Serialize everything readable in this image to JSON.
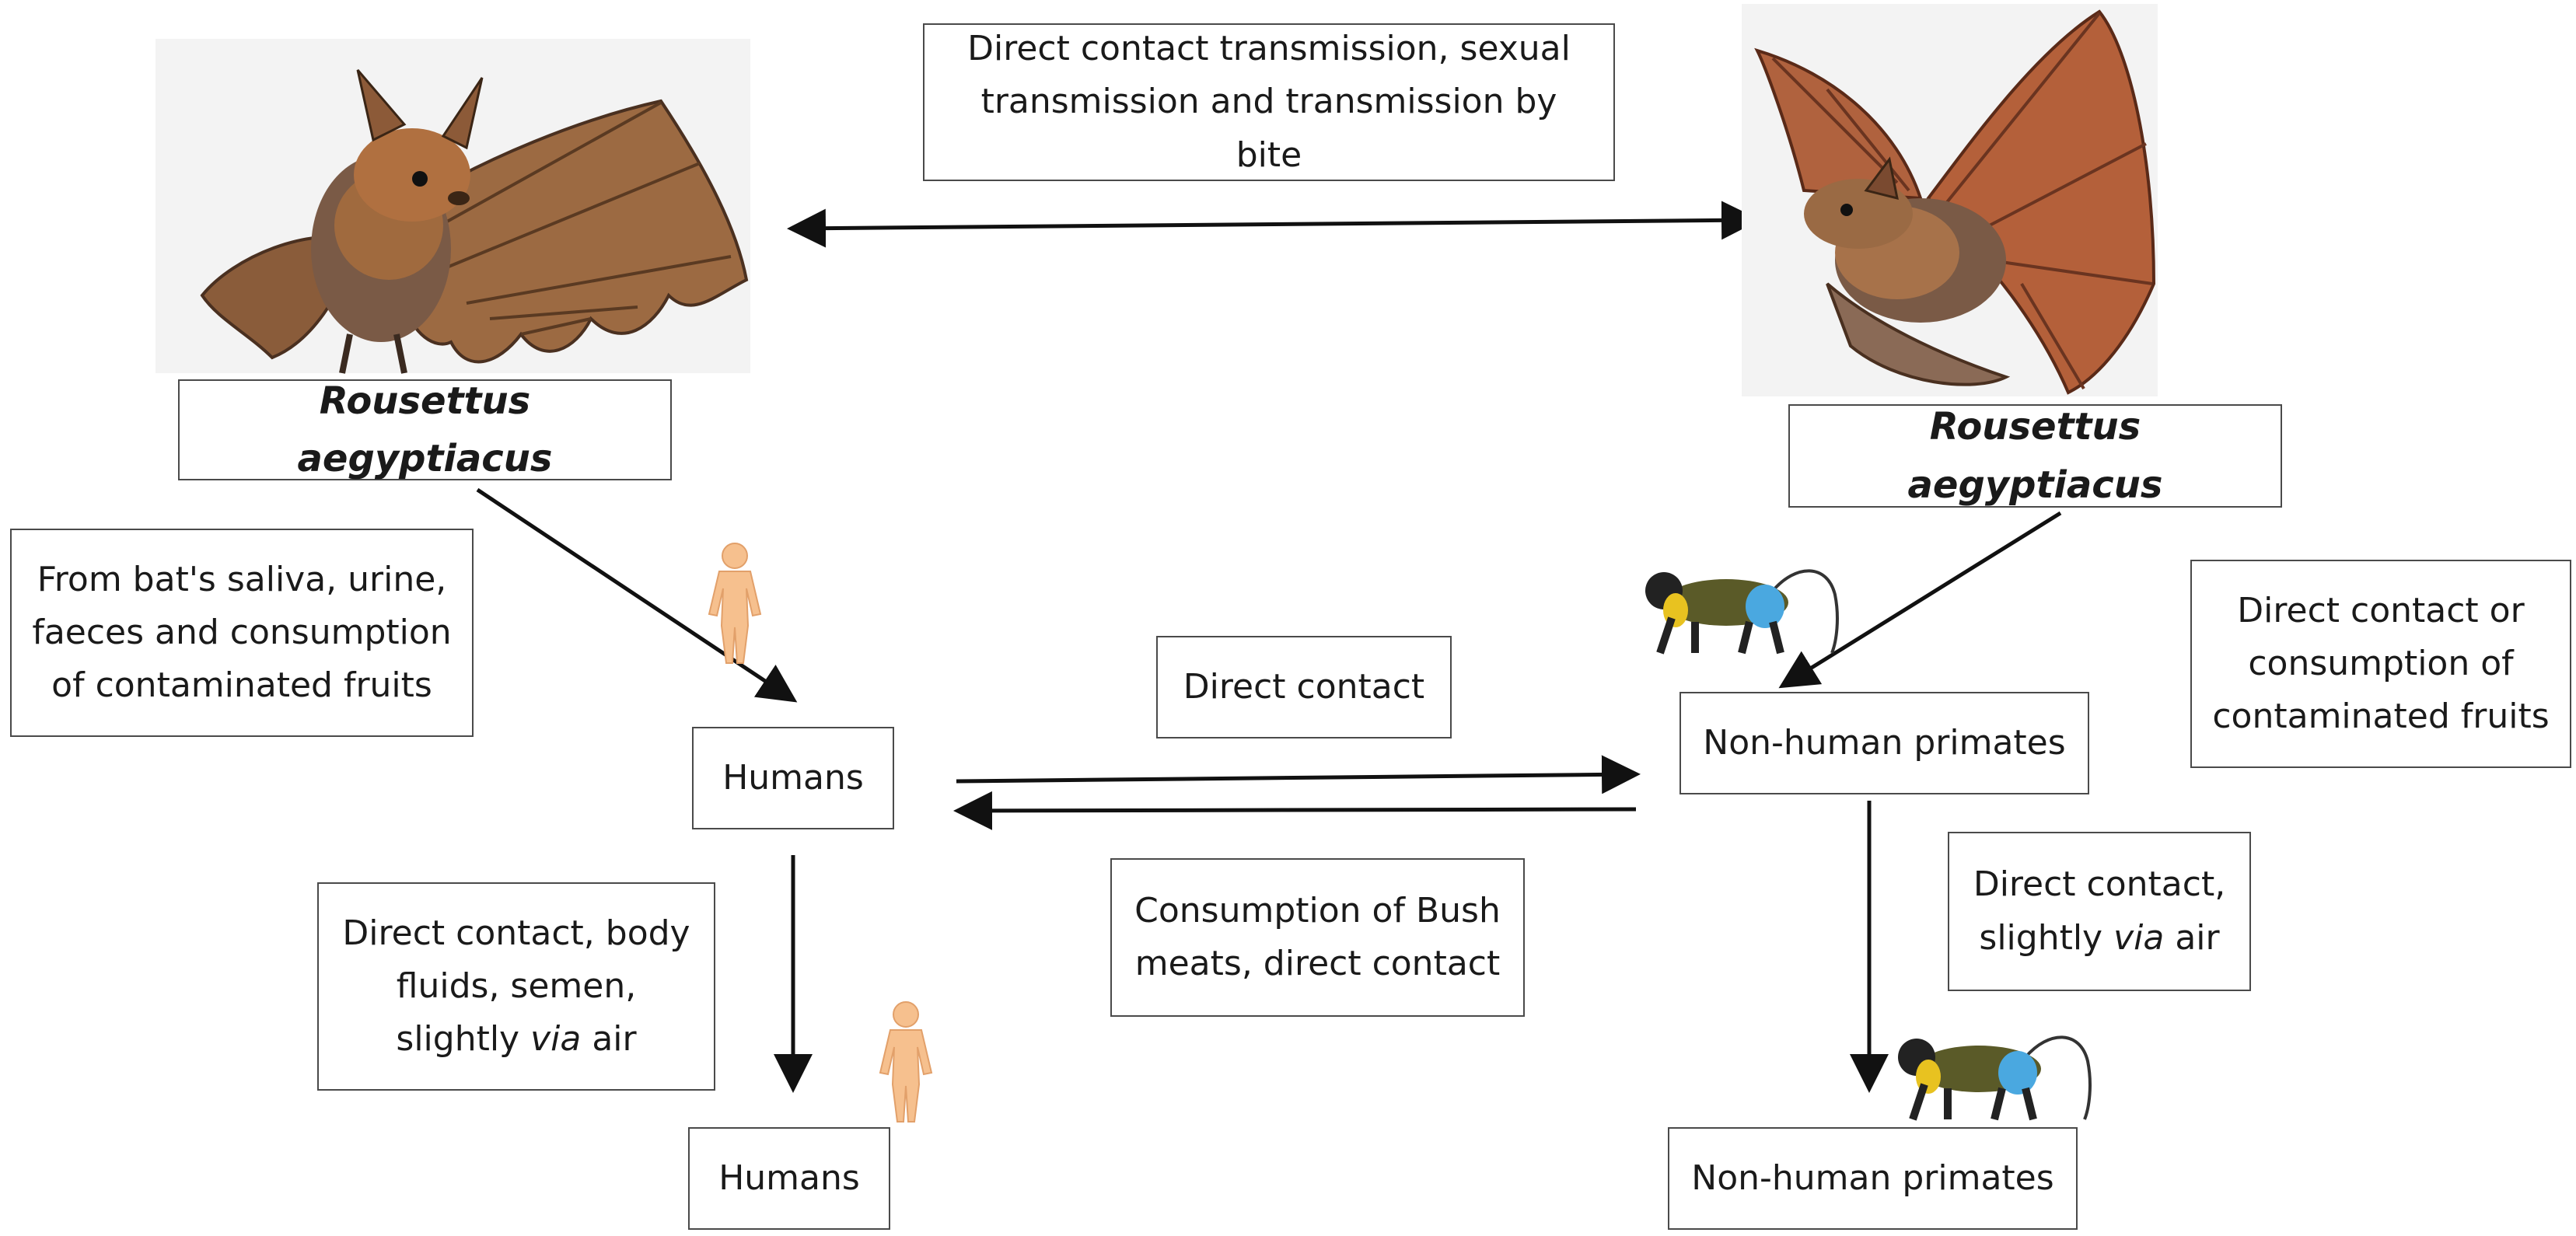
{
  "nodes": {
    "bat_left_label": "Rousettus aegyptiacus",
    "bat_right_label": "Rousettus aegyptiacus",
    "humans_top": "Humans",
    "humans_bottom": "Humans",
    "primates_top": "Non-human primates",
    "primates_bottom": "Non-human primates"
  },
  "edges": {
    "bat_to_bat": {
      "line1": "Direct contact transmission, sexual",
      "line2": "transmission and transmission by bite"
    },
    "bat_to_humans": {
      "line1": "From bat's saliva, urine,",
      "line2": "faeces and consumption",
      "line3": "of contaminated fruits"
    },
    "humans_to_primates": "Direct contact",
    "primates_to_humans": {
      "line1": "Consumption of Bush",
      "line2": "meats, direct contact"
    },
    "bat_to_primates": {
      "line1": "Direct contact or",
      "line2": "consumption of",
      "line3": "contaminated fruits"
    },
    "humans_to_humans": {
      "line1": "Direct contact, body",
      "line2": "fluids, semen,",
      "line3_pre": "slightly ",
      "line3_em": "via",
      "line3_post": " air"
    },
    "primates_to_primates": {
      "line1": "Direct contact,",
      "line2_pre": "slightly ",
      "line2_em": "via",
      "line2_post": " air"
    }
  },
  "illustrations": [
    "bat-illustration",
    "bat-illustration",
    "human-figure-icon",
    "human-figure-icon",
    "monkey-icon",
    "monkey-icon"
  ]
}
